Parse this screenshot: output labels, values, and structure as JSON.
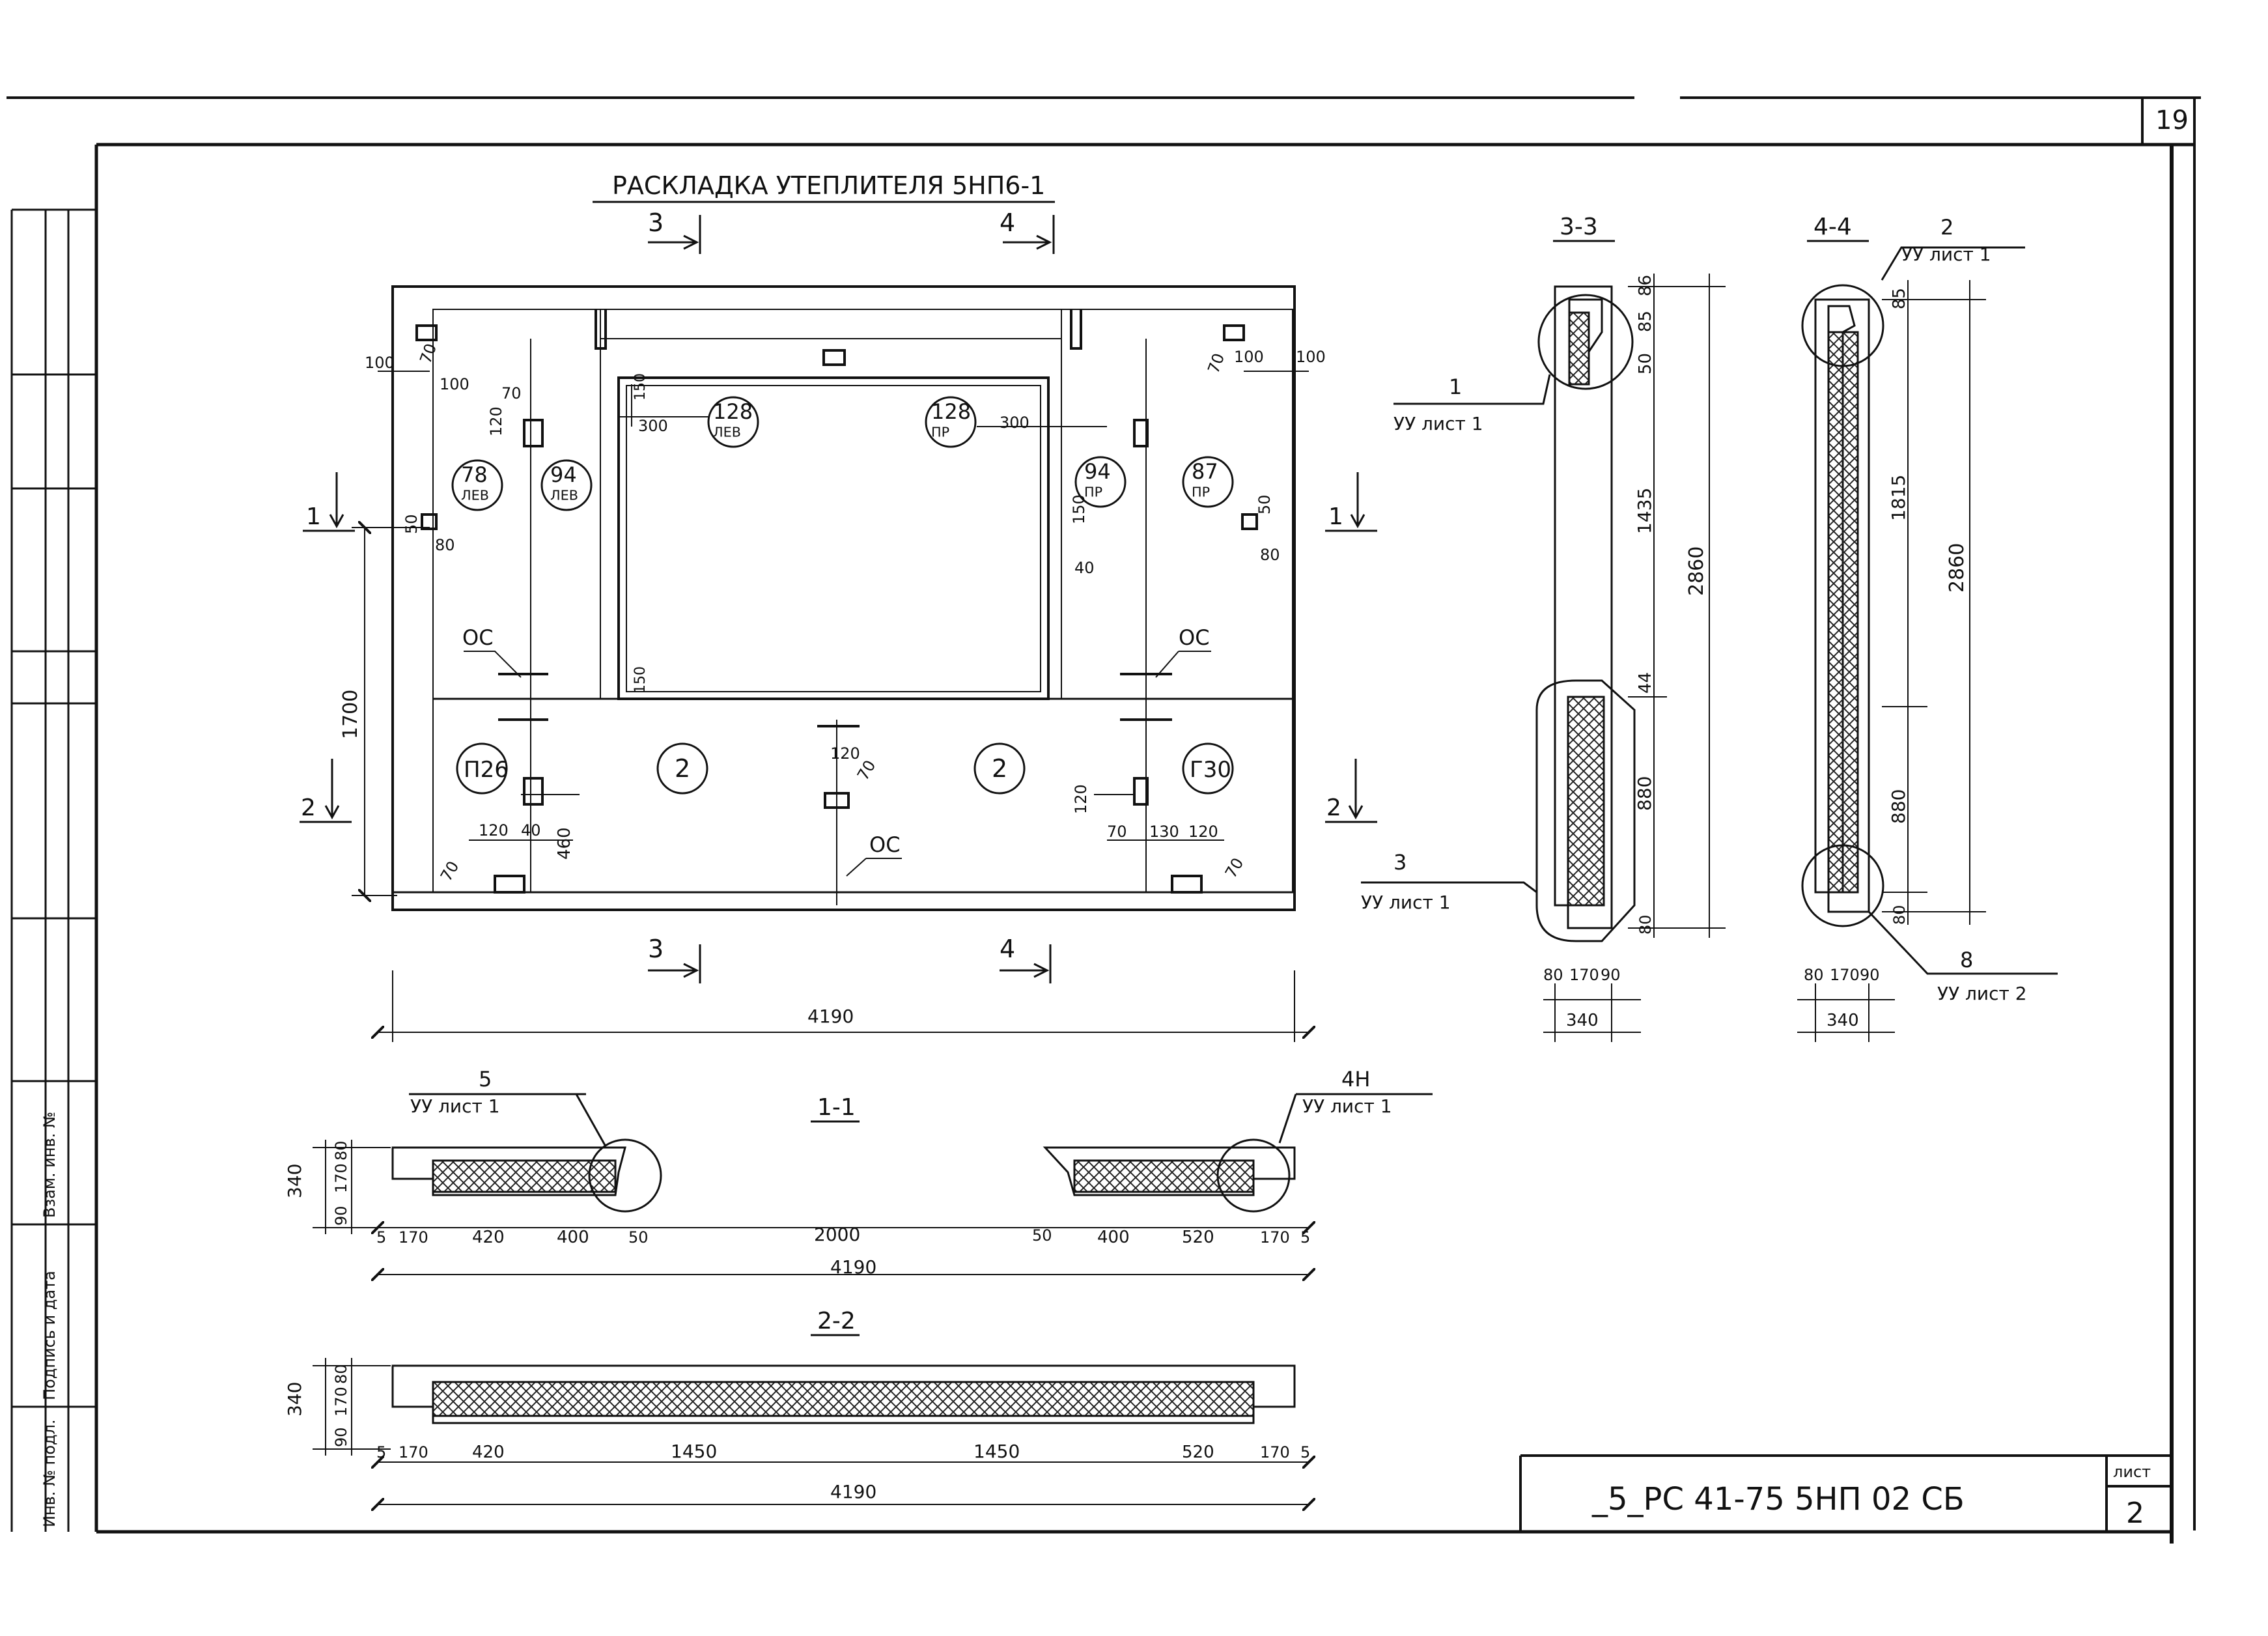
{
  "sheet": {
    "sheet_number": "19",
    "title": "РАСКЛАДКА УТЕПЛИТЕЛЯ 5НП6-1",
    "stamp_code": "_5_РС 41-75   5НП 02 СБ",
    "stamp_label": "лист",
    "stamp_value": "2"
  },
  "side_stamp": [
    "Взам. инв. №",
    "Подпись и дата",
    "Инв. № подл."
  ],
  "plan": {
    "cut_3": "3",
    "cut_4": "4",
    "cut_1": "1",
    "cut_2": "2",
    "marks": [
      {
        "label": "78\nЛЕВ"
      },
      {
        "label": "94\nЛЕВ"
      },
      {
        "label": "128\nЛЕВ"
      },
      {
        "label": "128\nПР"
      },
      {
        "label": "94\nПР"
      },
      {
        "label": "87\nПР"
      },
      {
        "label": "П26"
      },
      {
        "label": "2"
      },
      {
        "label": "2"
      },
      {
        "label": "Г30"
      }
    ],
    "oc": [
      "ОС",
      "ОС",
      "ОС"
    ],
    "dims": {
      "d100a": "100",
      "d100b": "100",
      "d70a": "70",
      "d70b": "70",
      "d100c": "100",
      "d100d": "100",
      "d70c": "70",
      "d120a": "120",
      "d50a": "50",
      "d80a": "80",
      "d150a": "150",
      "d300a": "300",
      "d300b": "300",
      "d150b": "150",
      "d40": "40",
      "d150c": "150",
      "d50b": "50",
      "d80b": "80",
      "d150d": "150",
      "d1700": "1700",
      "d120b": "120",
      "d120c": "120",
      "d70d": "70",
      "d120d": "120",
      "d40b": "40",
      "d460": "460",
      "d70e": "70",
      "d120e": "120",
      "d70f": "70",
      "d130": "130",
      "d120f": "120",
      "d70g": "70",
      "total": "4190"
    }
  },
  "section_11": {
    "title": "1-1",
    "ref_left": "5",
    "ref_left_sheet": "УУ лист 1",
    "ref_right": "4Н",
    "ref_right_sheet": "УУ лист 1",
    "heights": [
      "340",
      "80",
      "170",
      "90"
    ],
    "dims": [
      "5",
      "170",
      "420",
      "400",
      "50",
      "2000",
      "50",
      "400",
      "520",
      "170",
      "5"
    ],
    "total": "4190"
  },
  "section_22": {
    "title": "2-2",
    "heights": [
      "340",
      "80",
      "170",
      "90"
    ],
    "dims": [
      "5",
      "170",
      "420",
      "1450",
      "1450",
      "520",
      "170",
      "5"
    ],
    "total": "4190"
  },
  "section_33": {
    "title": "3-3",
    "ref1": "1",
    "ref1_sheet": "УУ лист 1",
    "ref3": "3",
    "ref3_sheet": "УУ лист 1",
    "dims_v": [
      "86",
      "85",
      "50",
      "1435",
      "44",
      "880",
      "80"
    ],
    "total_v": "2860",
    "dims_h": [
      "80",
      "170",
      "90"
    ],
    "total_h": "340"
  },
  "section_44": {
    "title": "4-4",
    "ref2": "2",
    "ref2_sheet": "УУ лист 1",
    "ref8": "8",
    "ref8_sheet": "УУ лист 2",
    "dims_v": [
      "85",
      "1815",
      "880",
      "80"
    ],
    "total_v": "2860",
    "dims_h": [
      "80",
      "170",
      "90"
    ],
    "total_h": "340"
  }
}
